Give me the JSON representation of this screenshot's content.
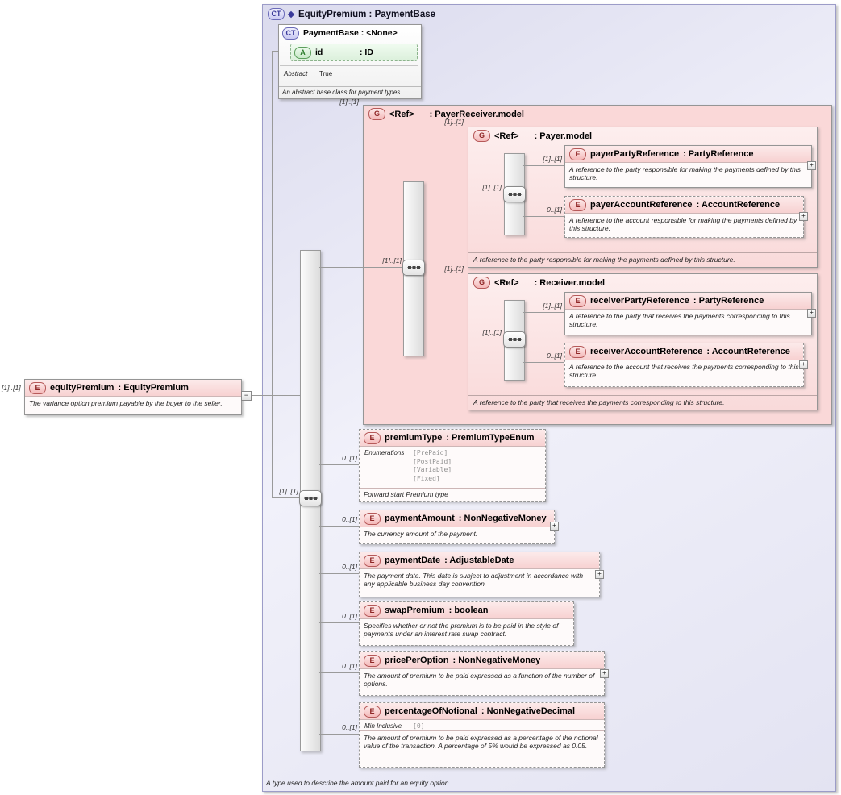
{
  "root": {
    "badge": "CT",
    "title": "EquityPremium : PaymentBase",
    "footer": "A type used to describe the amount paid for an equity option."
  },
  "payment_base": {
    "badge": "CT",
    "title": "PaymentBase : <None>",
    "attribute": {
      "badge": "A",
      "name": "id",
      "type": ": ID"
    },
    "facets": {
      "label": "Abstract",
      "value": "True"
    },
    "description": "An abstract base class for payment types."
  },
  "equity_premium": {
    "badge": "E",
    "cardinality": "[1]..[1]",
    "name": "equityPremium",
    "type": ": EquityPremium",
    "description": "The variance option premium payable by the buyer to the seller.",
    "collapse_glyph": "−"
  },
  "sequence": {
    "cardinality": "[1]..[1]"
  },
  "payer_receiver": {
    "badge": "G",
    "ref_cardinality": "[1]..[1]",
    "name": "<Ref>",
    "type": ": PayerReceiver.model",
    "seq_cardinality": "[1]..[1]",
    "payer": {
      "badge": "G",
      "ref_cardinality": "[1]..[1]",
      "name": "<Ref>",
      "type": ": Payer.model",
      "seq_cardinality": "[1]..[1]",
      "footer": "A reference to the party responsible for making the payments defined by this structure.",
      "elements": [
        {
          "badge": "E",
          "cardinality": "[1]..[1]",
          "name": "payerPartyReference",
          "type": ": PartyReference",
          "description": "A reference to the party responsible for making the payments defined by this structure.",
          "expand": "+"
        },
        {
          "badge": "E",
          "cardinality": "0..[1]",
          "name": "payerAccountReference",
          "type": ": AccountReference",
          "description": "A reference to the account responsible for making the payments defined by this structure.",
          "expand": "+"
        }
      ]
    },
    "receiver": {
      "badge": "G",
      "ref_cardinality": "[1]..[1]",
      "name": "<Ref>",
      "type": ": Receiver.model",
      "seq_cardinality": "[1]..[1]",
      "footer": "A reference to the party that receives the payments corresponding to this structure.",
      "elements": [
        {
          "badge": "E",
          "cardinality": "[1]..[1]",
          "name": "receiverPartyReference",
          "type": ": PartyReference",
          "description": "A reference to the party that receives the payments corresponding to this structure.",
          "expand": "+"
        },
        {
          "badge": "E",
          "cardinality": "0..[1]",
          "name": "receiverAccountReference",
          "type": ": AccountReference",
          "description": "A reference to the account that receives the payments corresponding to this structure.",
          "expand": "+"
        }
      ]
    }
  },
  "elements": [
    {
      "badge": "E",
      "cardinality": "0..[1]",
      "name": "premiumType",
      "type": ": PremiumTypeEnum",
      "facet_label": "Enumerations",
      "enumerations": [
        "[PrePaid]",
        "[PostPaid]",
        "[Variable]",
        "[Fixed]"
      ],
      "description": "Forward start Premium type"
    },
    {
      "badge": "E",
      "cardinality": "0..[1]",
      "name": "paymentAmount",
      "type": ": NonNegativeMoney",
      "description": "The currency amount of the payment.",
      "expand": "+"
    },
    {
      "badge": "E",
      "cardinality": "0..[1]",
      "name": "paymentDate",
      "type": ": AdjustableDate",
      "description": "The payment date. This date is subject to adjustment in accordance with any applicable business day convention.",
      "expand": "+"
    },
    {
      "badge": "E",
      "cardinality": "0..[1]",
      "name": "swapPremium",
      "type": ": boolean",
      "description": "Specifies whether or not the premium is to be paid in the style of payments under an interest rate swap contract."
    },
    {
      "badge": "E",
      "cardinality": "0..[1]",
      "name": "pricePerOption",
      "type": ": NonNegativeMoney",
      "description": "The amount of premium to be paid expressed as a function of the number of options.",
      "expand": "+"
    },
    {
      "badge": "E",
      "cardinality": "0..[1]",
      "name": "percentageOfNotional",
      "type": ": NonNegativeDecimal",
      "facet_label": "Min Inclusive",
      "facet_value": "[0]",
      "description": "The amount of premium to be paid expressed as a percentage of the notional value of the transaction. A percentage of 5% would be expressed as 0.05."
    }
  ]
}
